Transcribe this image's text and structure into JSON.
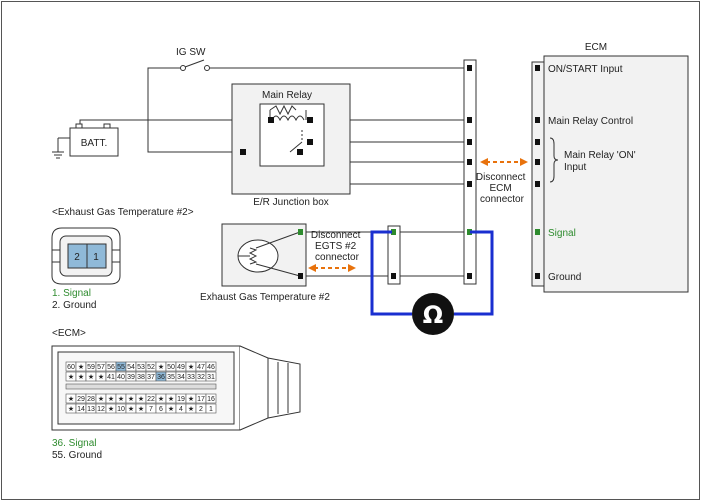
{
  "colors": {
    "wire": "#333333",
    "meter_wire": "#1a2fd0",
    "signal_text": "#2e8b2e",
    "arrow": "#e8720c",
    "box_fill": "#f2f2f2",
    "connector_fill": "#8fb9d8",
    "highlight_pin": "#8fb9d8"
  },
  "components": {
    "ig_sw": "IG SW",
    "batt": "BATT.",
    "main_relay": "Main Relay",
    "junction_box": "E/R Junction box",
    "ecm": "ECM",
    "egts_sensor": "Exhaust Gas Temperature #2"
  },
  "ecm_pins": [
    {
      "label": "ON/START Input"
    },
    {
      "label": "Main Relay Control"
    },
    {
      "label": "Main Relay 'ON'\nInput"
    },
    {
      "label": "Signal"
    },
    {
      "label": "Ground"
    }
  ],
  "callouts": {
    "disconnect_ecm": "Disconnect\nECM\nconnector",
    "disconnect_egts": "Disconnect\nEGTS #2\nconnector"
  },
  "ohmmeter_icon": "omega-icon",
  "egts_connector": {
    "title": "<Exhaust Gas Temperature #2>",
    "pin_labels": [
      "2",
      "1"
    ],
    "legend": [
      {
        "text": "1. Signal",
        "highlight": true
      },
      {
        "text": "2. Ground",
        "highlight": false
      }
    ]
  },
  "ecm_connector": {
    "title": "<ECM>",
    "rows": [
      [
        "60",
        "★",
        "59",
        "57",
        "56",
        "55",
        "54",
        "53",
        "52",
        "★",
        "50",
        "49",
        "★",
        "47",
        "46"
      ],
      [
        "★",
        "★",
        "★",
        "★",
        "41",
        "40",
        "39",
        "38",
        "37",
        "36",
        "35",
        "34",
        "33",
        "32",
        "31"
      ],
      [
        "★",
        "29",
        "28",
        "★",
        "★",
        "★",
        "★",
        "★",
        "22",
        "★",
        "★",
        "19",
        "★",
        "17",
        "16"
      ],
      [
        "★",
        "14",
        "13",
        "12",
        "★",
        "10",
        "★",
        "★",
        "7",
        "6",
        "★",
        "4",
        "★",
        "2",
        "1"
      ]
    ],
    "highlight_pins": [
      "55",
      "36"
    ],
    "legend": [
      {
        "text": "36. Signal",
        "highlight": true
      },
      {
        "text": "55. Ground",
        "highlight": false
      }
    ]
  }
}
